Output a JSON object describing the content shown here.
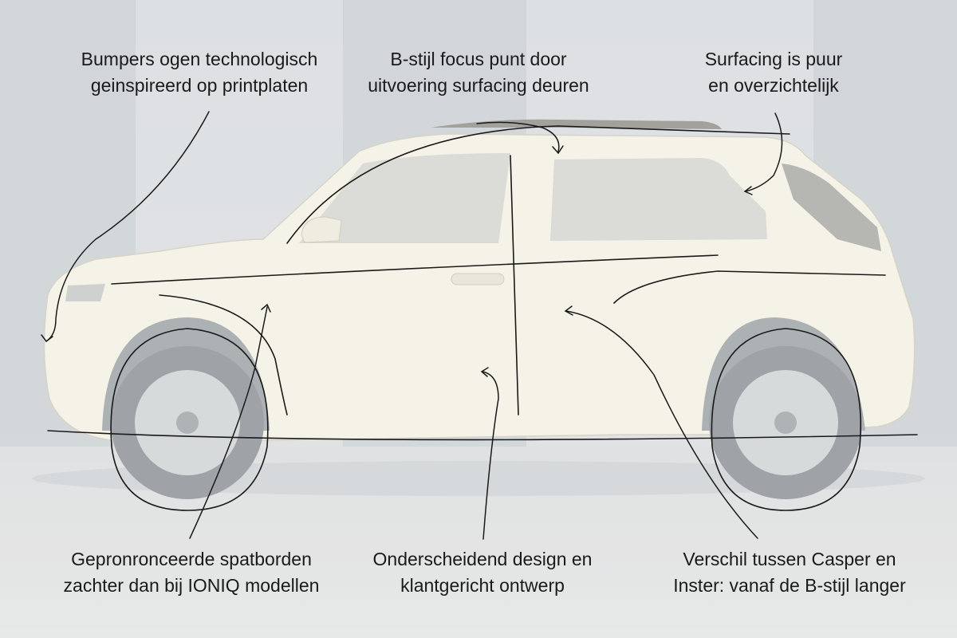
{
  "annotations": {
    "bumpers": "Bumpers ogen technologisch\ngeinspireerd op printplaten",
    "b_pillar": "B-stijl focus punt door\nuitvoering surfacing deuren",
    "surfacing": "Surfacing is puur\nen overzichtelijk",
    "fenders": "Gepronronceerde spatborden\nzachter dan bij IONIQ modellen",
    "design": "Onderscheidend design en\nklantgericht ontwerp",
    "difference": "Verschil tussen Casper en\nInster: vanaf de B-stijl langer"
  },
  "colors": {
    "car_body": "#f3f0e2",
    "window": "#d3d3cf",
    "tire": "#8a8f94",
    "line": "#1a1a1a"
  }
}
